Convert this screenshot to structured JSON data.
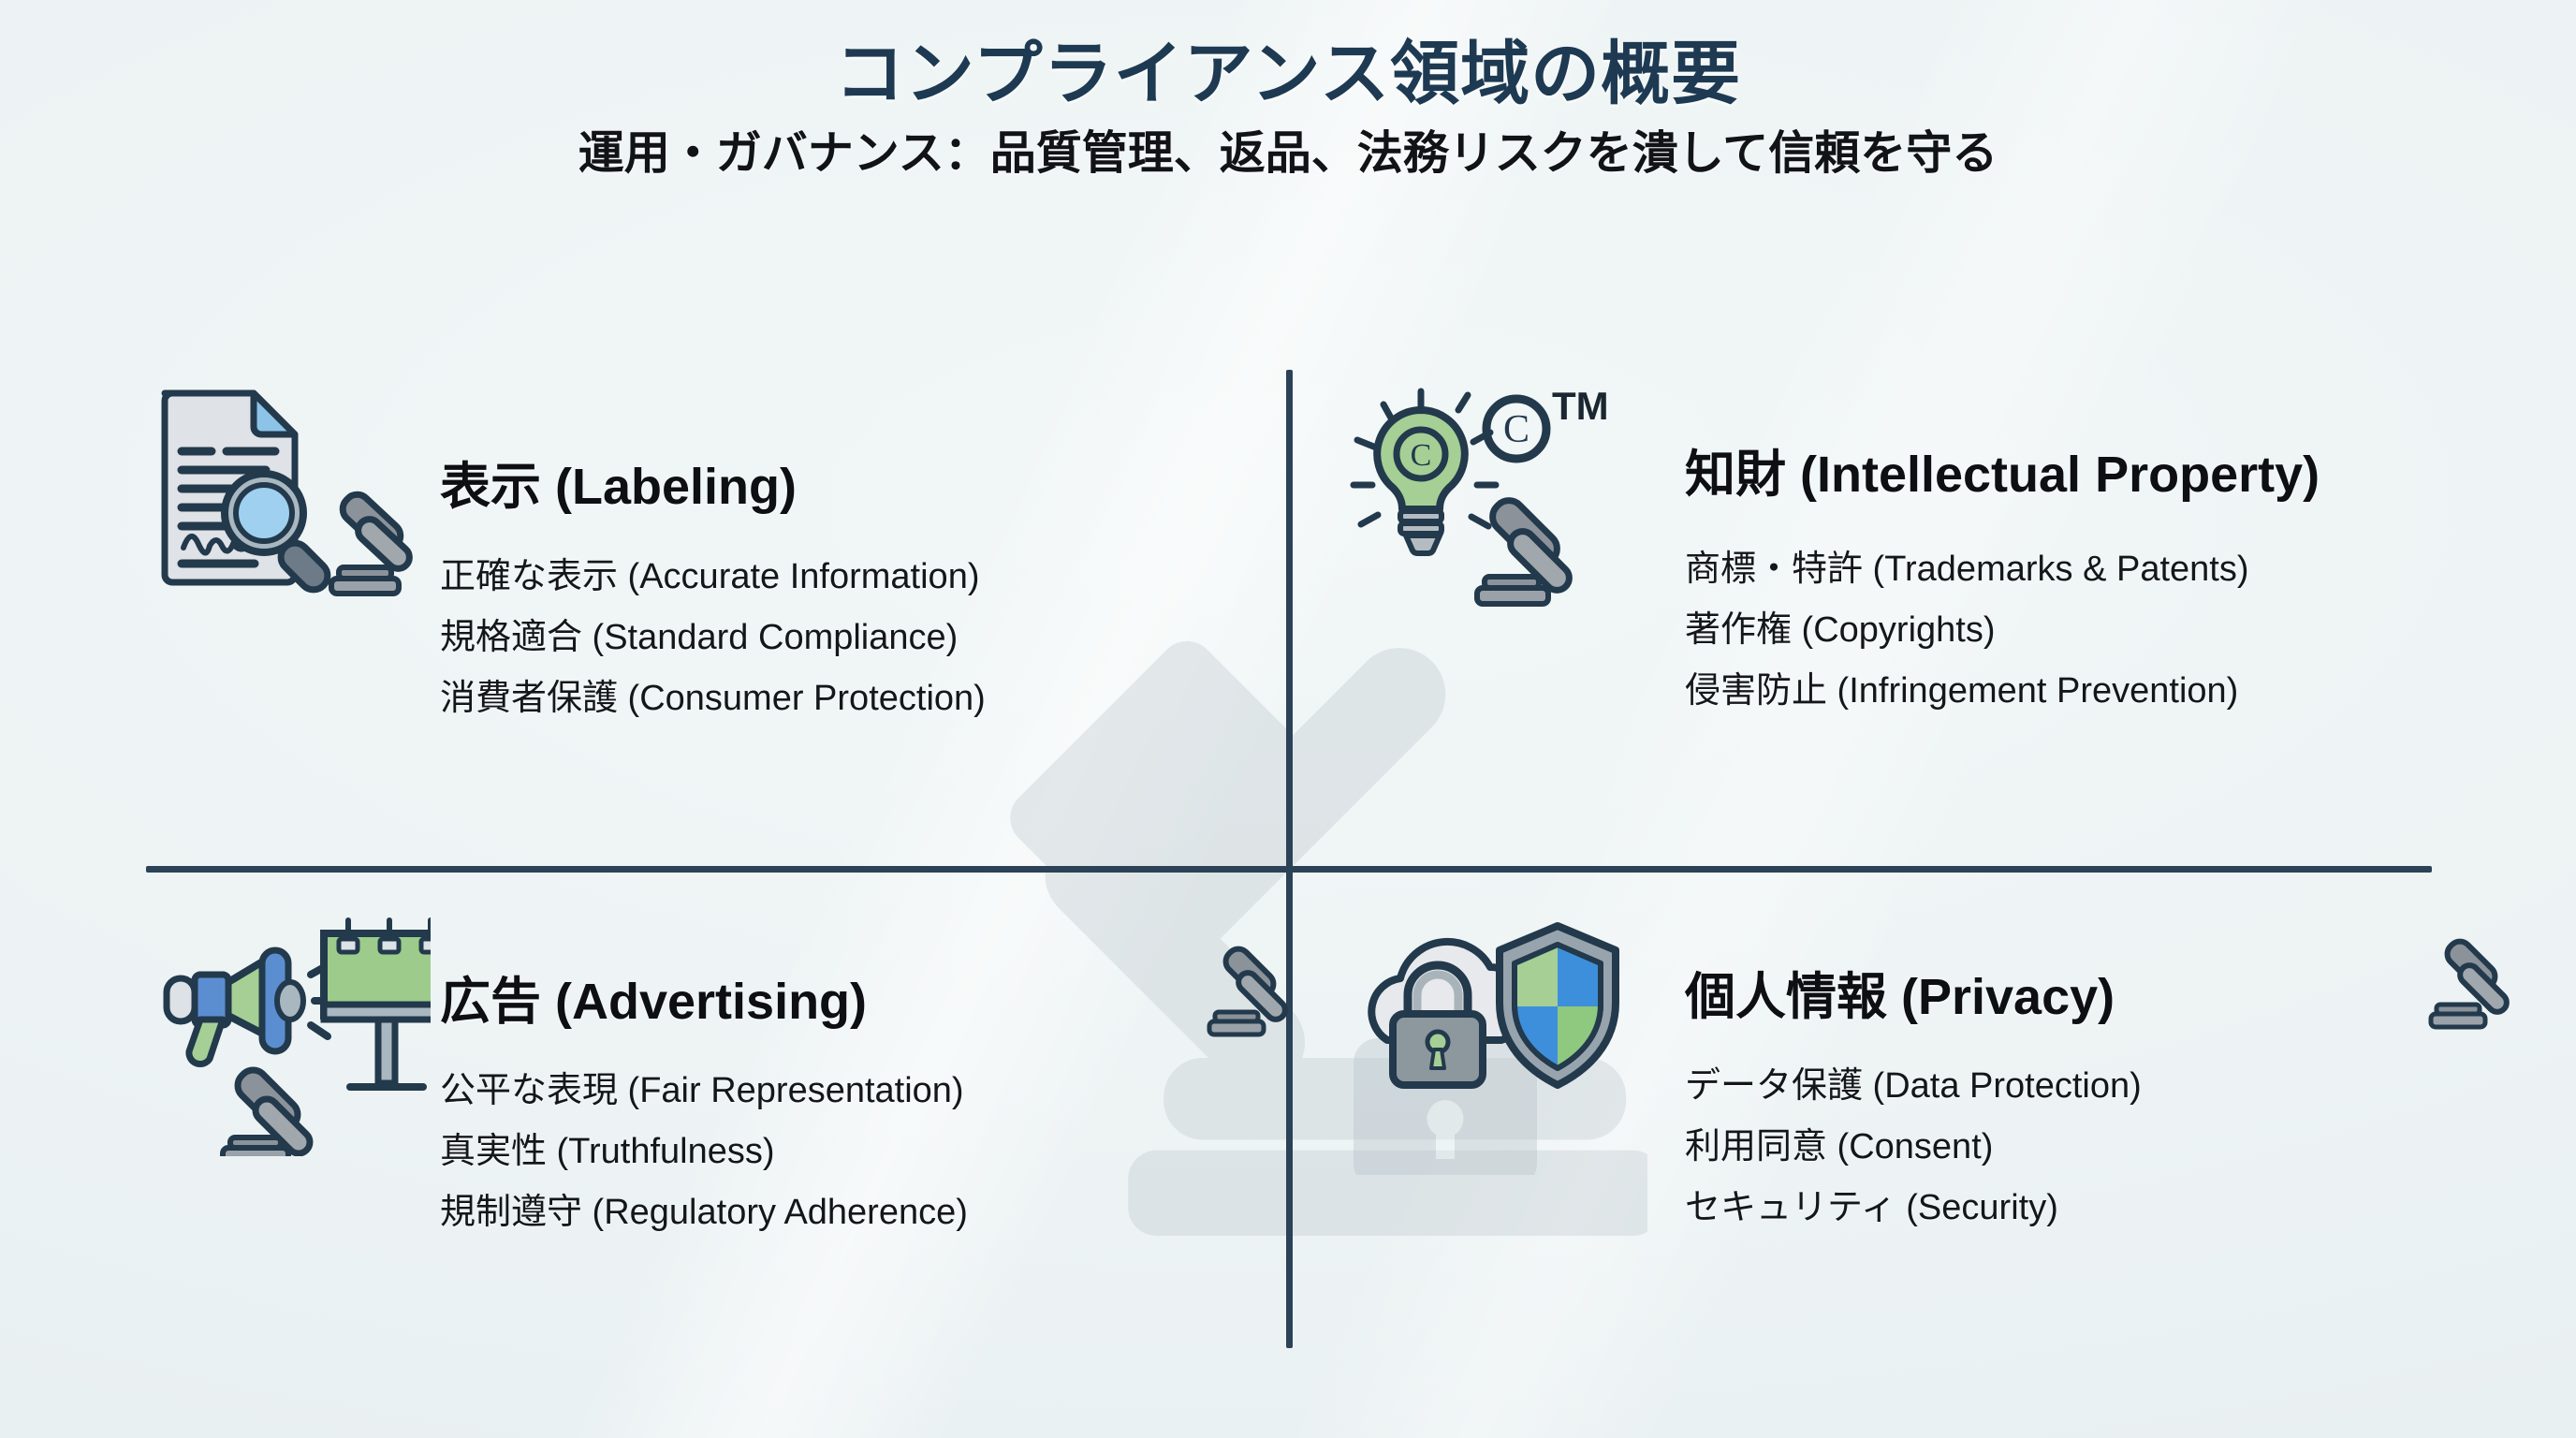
{
  "header": {
    "title": "コンプライアンス領域の概要",
    "subtitle": "運用・ガバナンス：品質管理、返品、法務リスクを潰して信頼を守る"
  },
  "colors": {
    "background": "#eef4f5",
    "title_navy": "#1e3a52",
    "divider": "#2b4257",
    "body_text": "#14171a",
    "accent_green": "#9ecb8f",
    "accent_blue": "#8cc4e8",
    "icon_outline": "#23394c",
    "gavel_gray": "#8b9299",
    "watermark_gray": "#b8c2c9"
  },
  "quadrants": [
    {
      "id": "labeling",
      "heading": "表示 (Labeling)",
      "icon": "document-magnifier-gavel-icon",
      "bullets": [
        "正確な表示 (Accurate Information)",
        "規格適合 (Standard Compliance)",
        "消費者保護 (Consumer Protection)"
      ]
    },
    {
      "id": "intellectual-property",
      "heading": "知財 (Intellectual Property)",
      "icon": "lightbulb-copyright-trademark-gavel-icon",
      "bullets": [
        "商標・特許 (Trademarks & Patents)",
        "著作権 (Copyrights)",
        "侵害防止 (Infringement Prevention)"
      ]
    },
    {
      "id": "advertising",
      "heading": "広告 (Advertising)",
      "icon": "megaphone-billboard-gavel-icon",
      "bullets": [
        "公平な表現 (Fair Representation)",
        "真実性 (Truthfulness)",
        "規制遵守 (Regulatory Adherence)"
      ]
    },
    {
      "id": "privacy",
      "heading": "個人情報 (Privacy)",
      "icon": "cloud-lock-shield-gavel-icon",
      "bullets": [
        "データ保護 (Data Protection)",
        "利用同意 (Consent)",
        "セキュリティ (Security)"
      ]
    }
  ],
  "watermark": {
    "icon": "gavel-watermark-icon"
  }
}
